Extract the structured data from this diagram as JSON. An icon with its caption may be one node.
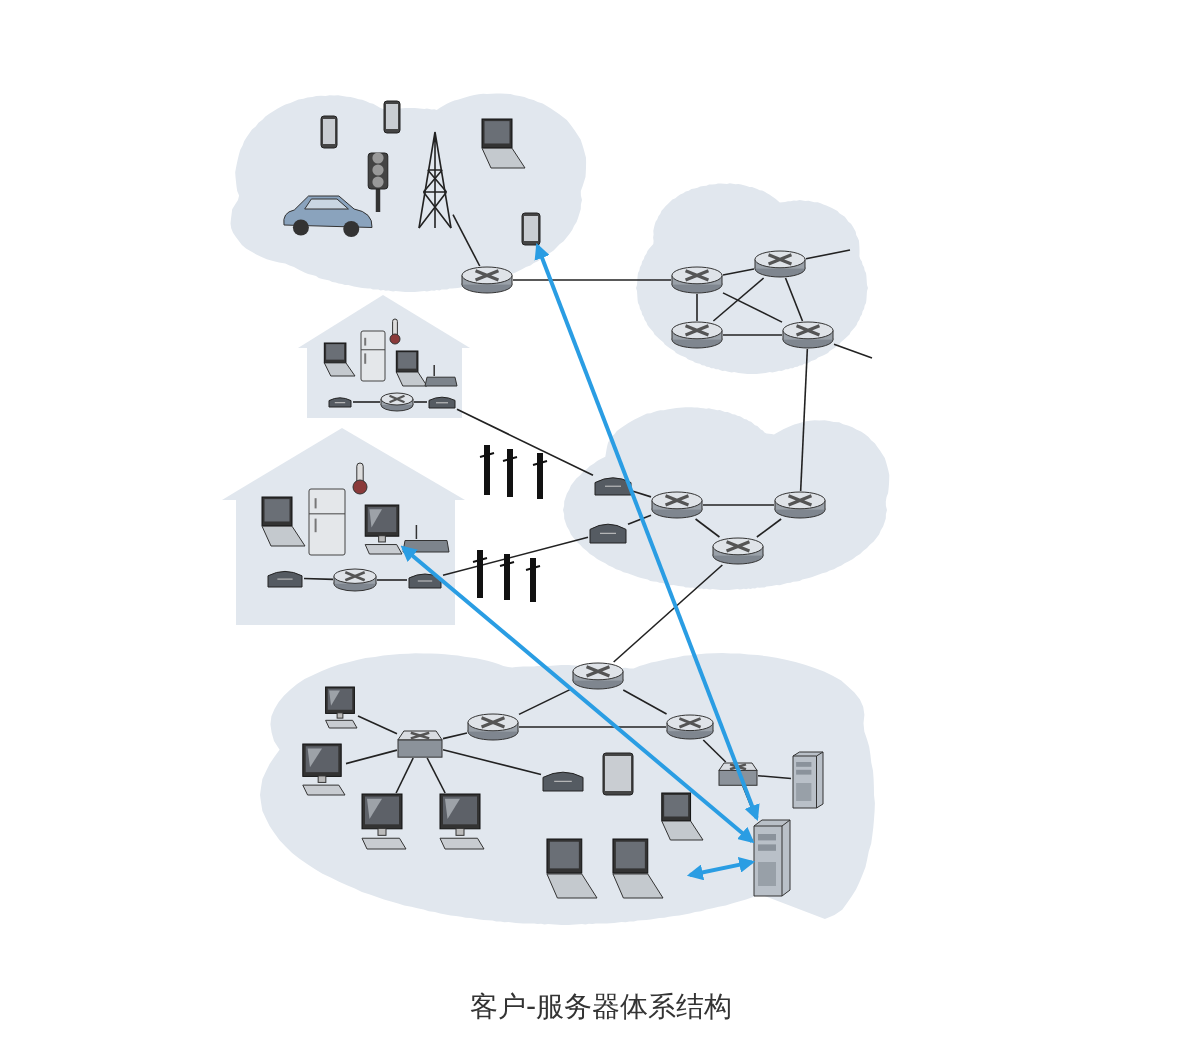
{
  "diagram": {
    "caption": "客户-服务器体系结构",
    "nodes": [
      {
        "text": [],
        "shape": "tower"
      },
      {
        "text": [],
        "shape": "router"
      },
      {
        "text": [],
        "shape": "phone"
      },
      {
        "text": [],
        "shape": "router"
      },
      {
        "text": [],
        "shape": "router"
      },
      {
        "text": [],
        "shape": "router"
      },
      {
        "text": [],
        "shape": "router"
      },
      {
        "text": [],
        "shape": "modem"
      },
      {
        "text": [],
        "shape": "router"
      },
      {
        "text": [],
        "shape": "modem"
      },
      {
        "text": [],
        "shape": "modem"
      },
      {
        "text": [],
        "shape": "router"
      },
      {
        "text": [],
        "shape": "modem"
      },
      {
        "text": [],
        "shape": "computer"
      },
      {
        "text": [],
        "shape": "modem"
      },
      {
        "text": [],
        "shape": "modem"
      },
      {
        "text": [],
        "shape": "router"
      },
      {
        "text": [],
        "shape": "router"
      },
      {
        "text": [],
        "shape": "router"
      },
      {
        "text": [],
        "shape": "router"
      },
      {
        "text": [],
        "shape": "router"
      },
      {
        "text": [],
        "shape": "router"
      },
      {
        "text": [],
        "shape": "switch"
      },
      {
        "text": [],
        "shape": "computer"
      },
      {
        "text": [],
        "shape": "computer"
      },
      {
        "text": [],
        "shape": "computer"
      },
      {
        "text": [],
        "shape": "computer"
      },
      {
        "text": [],
        "shape": "modem"
      },
      {
        "text": [],
        "shape": "switch"
      },
      {
        "text": [],
        "shape": "server"
      },
      {
        "text": [],
        "shape": "server"
      }
    ],
    "edges": [
      {
        "from": 0,
        "to": 1,
        "arrow": "none"
      },
      {
        "from": 1,
        "to": 3,
        "arrow": "none"
      },
      {
        "from": 3,
        "to": 4,
        "arrow": "none"
      },
      {
        "from": 3,
        "to": 5,
        "arrow": "none"
      },
      {
        "from": 3,
        "to": 6,
        "arrow": "none"
      },
      {
        "from": 4,
        "to": 5,
        "arrow": "none"
      },
      {
        "from": 4,
        "to": 6,
        "arrow": "none"
      },
      {
        "from": 5,
        "to": 6,
        "arrow": "none"
      },
      {
        "from": 4,
        "to": null,
        "arrow": "none"
      },
      {
        "from": 6,
        "to": null,
        "arrow": "none"
      },
      {
        "from": 6,
        "to": 17,
        "arrow": "none"
      },
      {
        "from": 7,
        "to": 8,
        "arrow": "none"
      },
      {
        "from": 8,
        "to": 9,
        "arrow": "none"
      },
      {
        "from": 9,
        "to": 14,
        "arrow": "none"
      },
      {
        "from": 10,
        "to": 11,
        "arrow": "none"
      },
      {
        "from": 11,
        "to": 12,
        "arrow": "none"
      },
      {
        "from": 12,
        "to": 15,
        "arrow": "none"
      },
      {
        "from": 14,
        "to": 16,
        "arrow": "none"
      },
      {
        "from": 15,
        "to": 16,
        "arrow": "none"
      },
      {
        "from": 16,
        "to": 17,
        "arrow": "none"
      },
      {
        "from": 16,
        "to": 18,
        "arrow": "none"
      },
      {
        "from": 17,
        "to": 18,
        "arrow": "none"
      },
      {
        "from": 18,
        "to": 19,
        "arrow": "none"
      },
      {
        "from": 19,
        "to": 20,
        "arrow": "none"
      },
      {
        "from": 19,
        "to": 21,
        "arrow": "none"
      },
      {
        "from": 20,
        "to": 21,
        "arrow": "none"
      },
      {
        "from": 20,
        "to": 22,
        "arrow": "none"
      },
      {
        "from": 22,
        "to": 23,
        "arrow": "none"
      },
      {
        "from": 22,
        "to": 24,
        "arrow": "none"
      },
      {
        "from": 22,
        "to": 25,
        "arrow": "none"
      },
      {
        "from": 22,
        "to": 26,
        "arrow": "none"
      },
      {
        "from": 22,
        "to": 27,
        "arrow": "none"
      },
      {
        "from": 21,
        "to": 28,
        "arrow": "none"
      },
      {
        "from": 28,
        "to": 29,
        "arrow": "none"
      },
      {
        "from": 28,
        "to": 30,
        "arrow": "none"
      },
      {
        "from": 30,
        "to": 2,
        "arrow": "both",
        "style": "thick",
        "color": "#2a9de3"
      },
      {
        "from": 13,
        "to": 30,
        "arrow": "both",
        "style": "thick",
        "color": "#2a9de3"
      },
      {
        "from": null,
        "to": 30,
        "arrow": "both",
        "style": "thick",
        "color": "#2a9de3"
      }
    ]
  }
}
